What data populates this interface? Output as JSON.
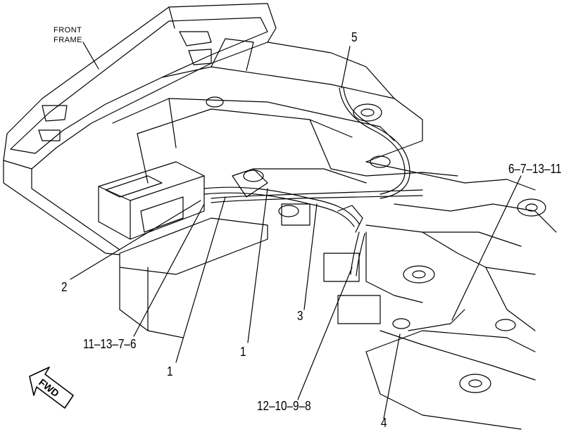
{
  "labels": {
    "front_frame_line1": "FRONT",
    "front_frame_line2": "FRAME",
    "c5": "5",
    "c6_7_13_11": "6–7–13–11",
    "c2": "2",
    "c11_13_7_6": "11–13–7–6",
    "c3": "3",
    "c1_left": "1",
    "c1_right": "1",
    "c12_10_9_8": "12–10–9–8",
    "c4": "4",
    "fwd": "FWD"
  },
  "colors": {
    "line": "#000000",
    "background": "#ffffff"
  }
}
